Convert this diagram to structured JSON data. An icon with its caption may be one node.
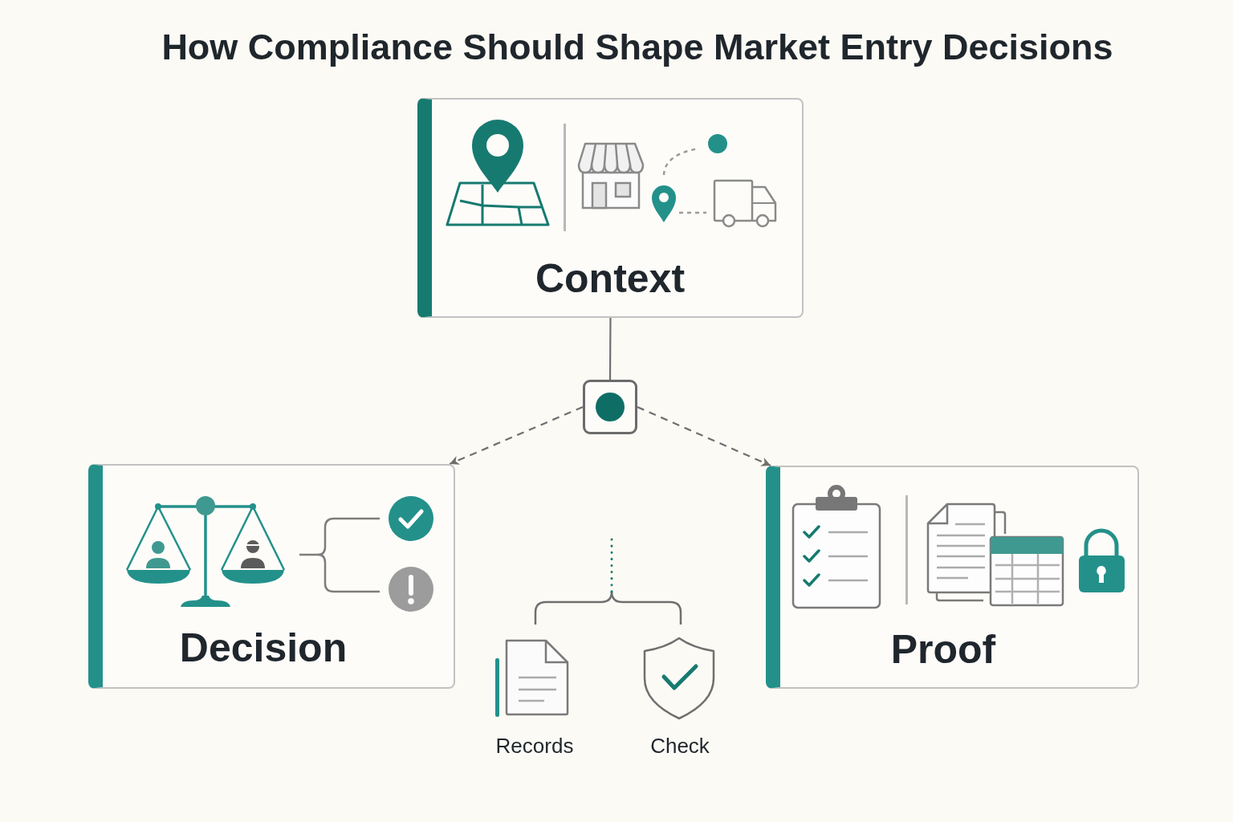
{
  "diagram": {
    "title": "How Compliance Should Shape Market Entry Decisions",
    "nodes": [
      {
        "text": [
          "Context"
        ]
      },
      {
        "text": [],
        "shape": "box"
      },
      {
        "text": [
          "Decision"
        ]
      },
      {
        "text": [
          "Proof"
        ]
      },
      {
        "text": [
          "Records"
        ]
      },
      {
        "text": [
          "Check"
        ]
      }
    ],
    "edges": [
      {
        "from": 0,
        "to": 1,
        "arrow": "none"
      },
      {
        "from": 1,
        "to": 2,
        "arrow": "to",
        "style": "dashed"
      },
      {
        "from": 1,
        "to": 3,
        "arrow": "to",
        "style": "dashed"
      },
      {
        "from": null,
        "to": 4,
        "arrow": "none"
      },
      {
        "from": null,
        "to": 5,
        "arrow": "none"
      }
    ]
  }
}
